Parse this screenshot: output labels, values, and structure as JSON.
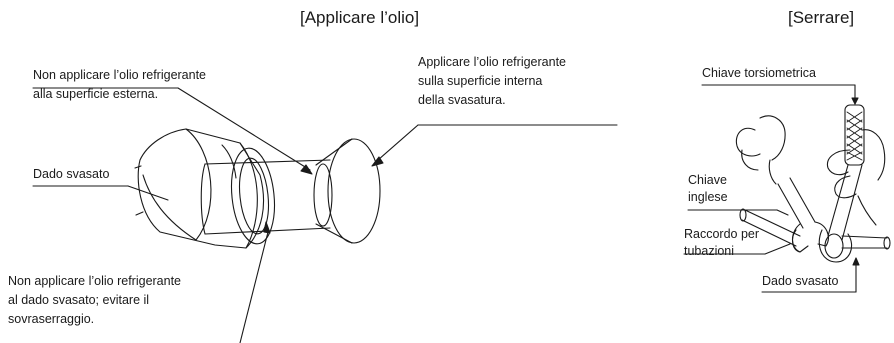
{
  "titles": {
    "left": "[Applicare l’olio]",
    "right": "[Serrare]"
  },
  "labels": {
    "outer_surface": [
      "Non applicare l’olio refrigerante",
      "alla superficie esterna."
    ],
    "inner_surface": [
      "Applicare l’olio refrigerante",
      "sulla superficie interna",
      "della svasatura."
    ],
    "flare_nut_left": "Dado svasato",
    "nut_warning": [
      "Non applicare l’olio refrigerante",
      "al dado svasato; evitare il",
      "sovraserraggio."
    ],
    "torque_wrench": "Chiave torsiometrica",
    "spanner": [
      "Chiave",
      "inglese"
    ],
    "pipe_union": [
      "Raccordo per",
      "tubazioni"
    ],
    "flare_nut_right": "Dado svasato"
  }
}
